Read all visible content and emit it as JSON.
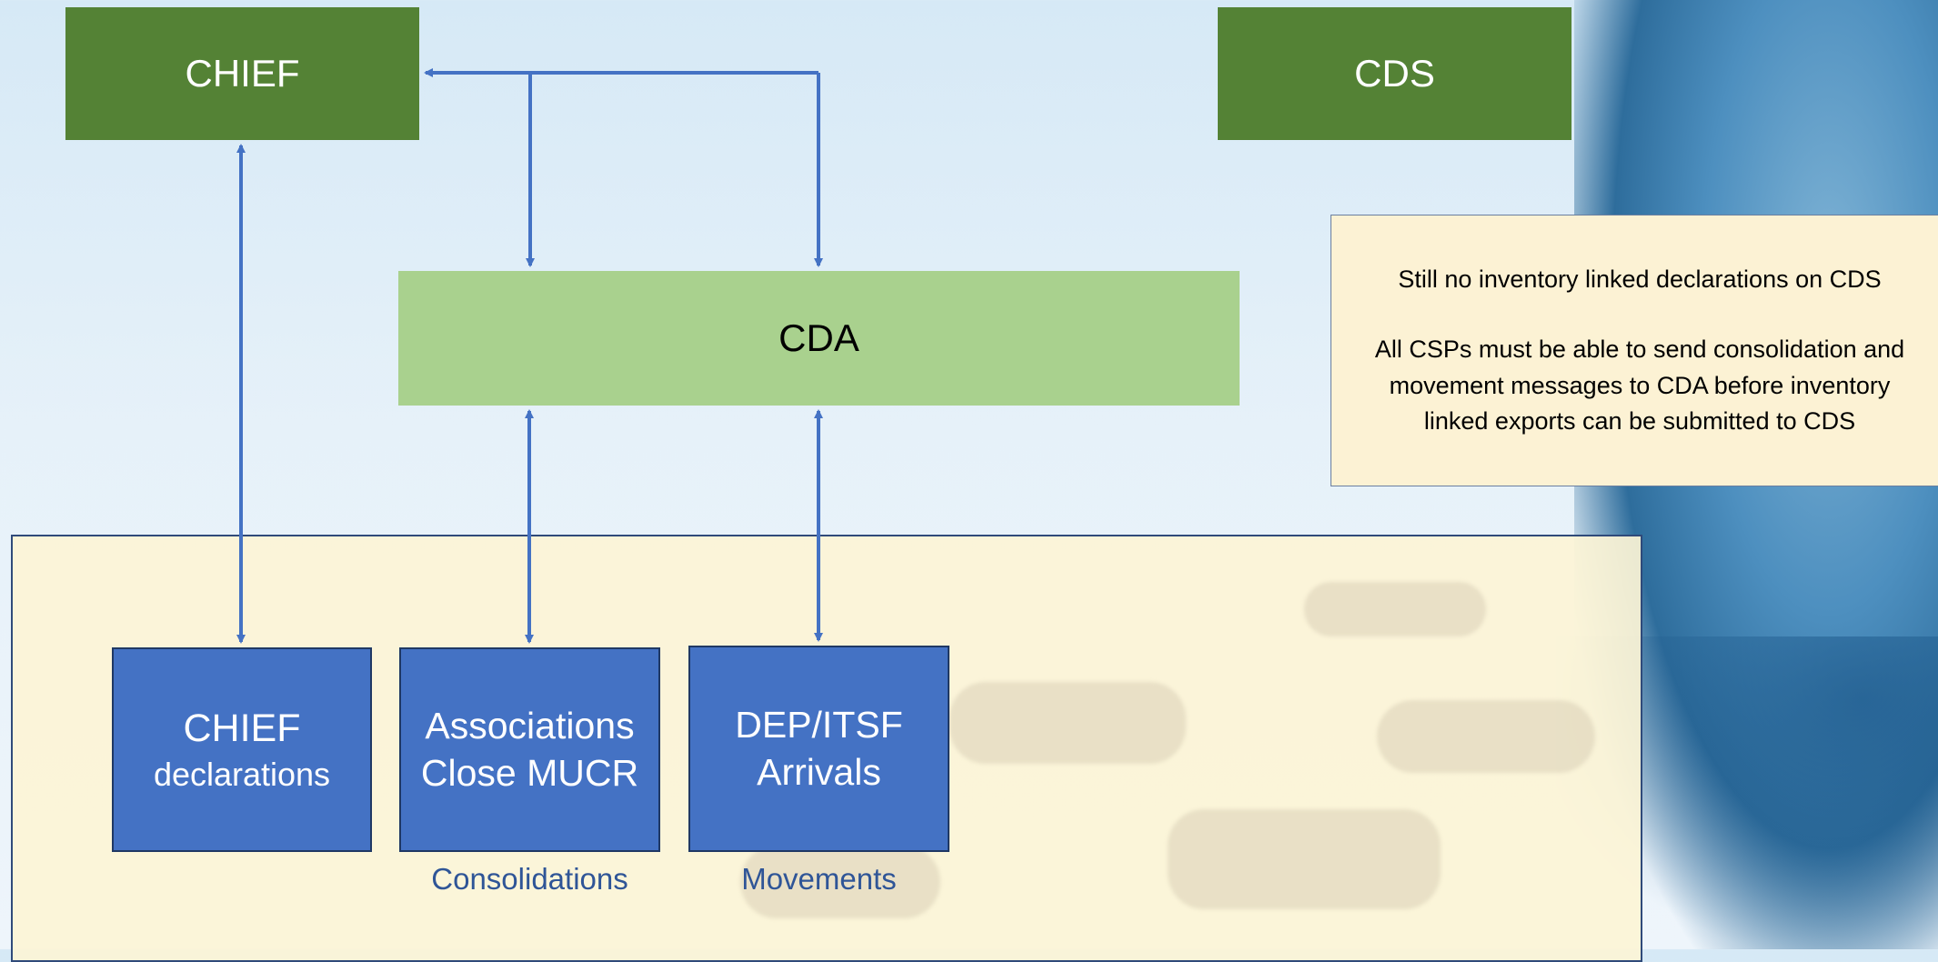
{
  "boxes": {
    "chief": "CHIEF",
    "cds": "CDS",
    "cda": "CDA",
    "chief_declarations": [
      "CHIEF",
      "declarations"
    ],
    "associations": [
      "Associations",
      "Close MUCR"
    ],
    "dep_itsf": [
      "DEP/ITSF",
      "Arrivals"
    ]
  },
  "captions": {
    "consolidations": "Consolidations",
    "movements": "Movements"
  },
  "note": {
    "line1": "Still no inventory linked declarations on CDS",
    "line2": "All CSPs must be able to send consolidation and",
    "line3": "movement  messages to CDA before inventory",
    "line4": "linked exports  can be submitted to CDS"
  },
  "colors": {
    "dark_green": "#548235",
    "light_green": "#a9d18e",
    "blue": "#4472c4",
    "arrow": "#4472c4",
    "note_bg": "#fcf2d4",
    "caption": "#2f5597"
  }
}
